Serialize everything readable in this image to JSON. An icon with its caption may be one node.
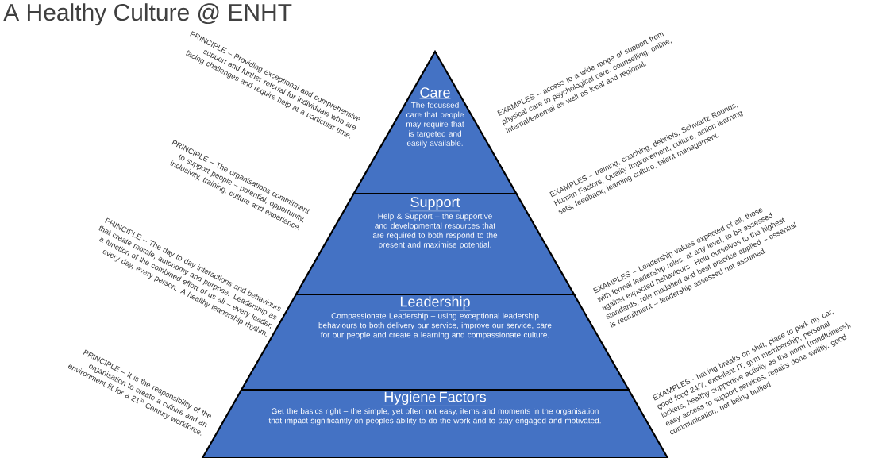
{
  "diagram": {
    "title": "A Healthy Culture @ ENHT",
    "nodes": [
      {
        "text": [
          "Care",
          "The focussed care that people may require that is targeted and easily available."
        ],
        "beside": [
          "PRINCIPLE – Providing exceptional and comprehensive support and further referral for individuals who are facing challenges and require help at a particular time.",
          "EXAMPLES – access to a wide range of support from physical care to psychological care, counselling, online, internal/external as well as local and regional."
        ]
      },
      {
        "text": [
          "Support",
          "Help & Support – the supportive and developmental resources that are required to both respond to the present and maximise potential."
        ],
        "beside": [
          "PRINCIPLE – The organisations commitment to support people – potential, opportunity, inclusivity, training, culture and experience.",
          "EXAMPLES – training, coaching, debriefs, Schwartz Rounds, Human Factors, Quality Improvement, culture, action learning sets, feedback, learning culture, talent management."
        ]
      },
      {
        "text": [
          "Leadership",
          "Compassionate Leadership – using exceptional leadership behaviours to both delivery our service, improve our service, care for our people and create a learning and compassionate culture."
        ],
        "beside": [
          "PRINCIPLE – The day to day interactions and behaviours that create morale, autonomy and purpose. Leadership as a function of the combined effort of us all – every leader, every day, every person. A healthy leadership rhythm.",
          "EXAMPLES – Leadership values expected of all, those with formal leadership roles, at any level, to be assessed against expected behaviours. Hold ourselves to the highest standards, role modelled and best practice applied – essential is recruitment – leadership assessed not assumed."
        ]
      },
      {
        "text": [
          "Hygiene Factors",
          "Get the basics right – the simple, yet often not easy, items and moments in the organisation that impact significantly on peoples ability to do the work and to stay engaged and motivated."
        ],
        "beside": [
          "PRINCIPLE – It is the responsibility of the organisation to create a culture and an environment fit for a 21$^{st}$ Century workforce.",
          "EXAMPLES - having breaks on shift, place to park my car, good food 24/7, excellent IT, gym membership, personal lockers, healthy supportive activity as the norm (mindfulness), easy access to support services, repairs done swiftly, good communication, not being bullied."
        ]
      }
    ]
  }
}
